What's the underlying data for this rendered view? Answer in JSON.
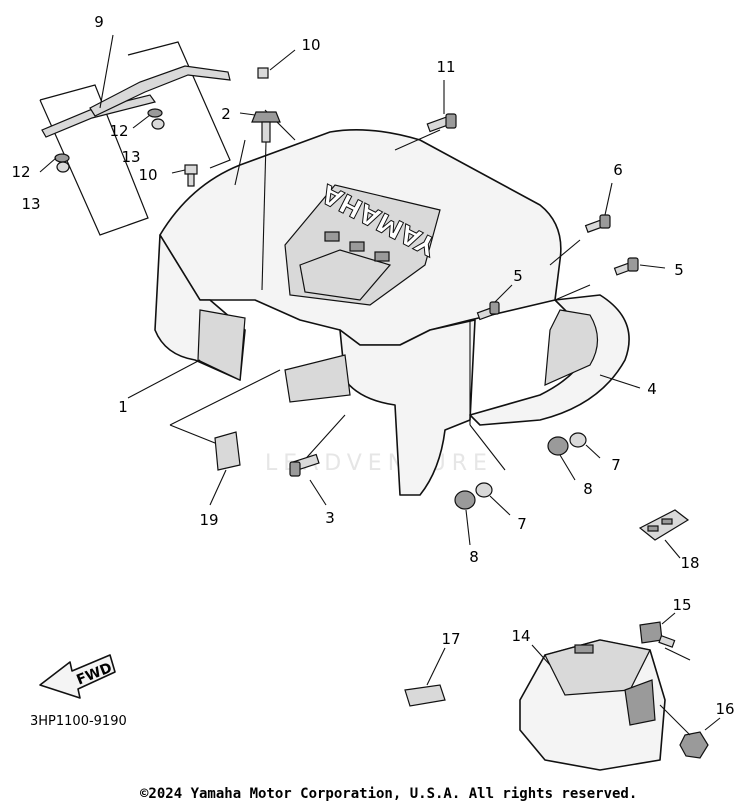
{
  "diagram": {
    "logo_text": "YAMAHA",
    "watermark": "LEADVENTURE",
    "fwd_label": "FWD",
    "part_code": "3HP1100-9190",
    "copyright": "©2024 Yamaha Motor Corporation, U.S.A. All rights reserved.",
    "callouts": {
      "c1": "1",
      "c2": "2",
      "c3": "3",
      "c4": "4",
      "c5a": "5",
      "c5b": "5",
      "c6": "6",
      "c7a": "7",
      "c7b": "7",
      "c8a": "8",
      "c8b": "8",
      "c9": "9",
      "c10a": "10",
      "c10b": "10",
      "c11": "11",
      "c12a": "12",
      "c12b": "12",
      "c13a": "13",
      "c13b": "13",
      "c14": "14",
      "c15": "15",
      "c16": "16",
      "c17": "17",
      "c18": "18",
      "c19": "19"
    }
  }
}
